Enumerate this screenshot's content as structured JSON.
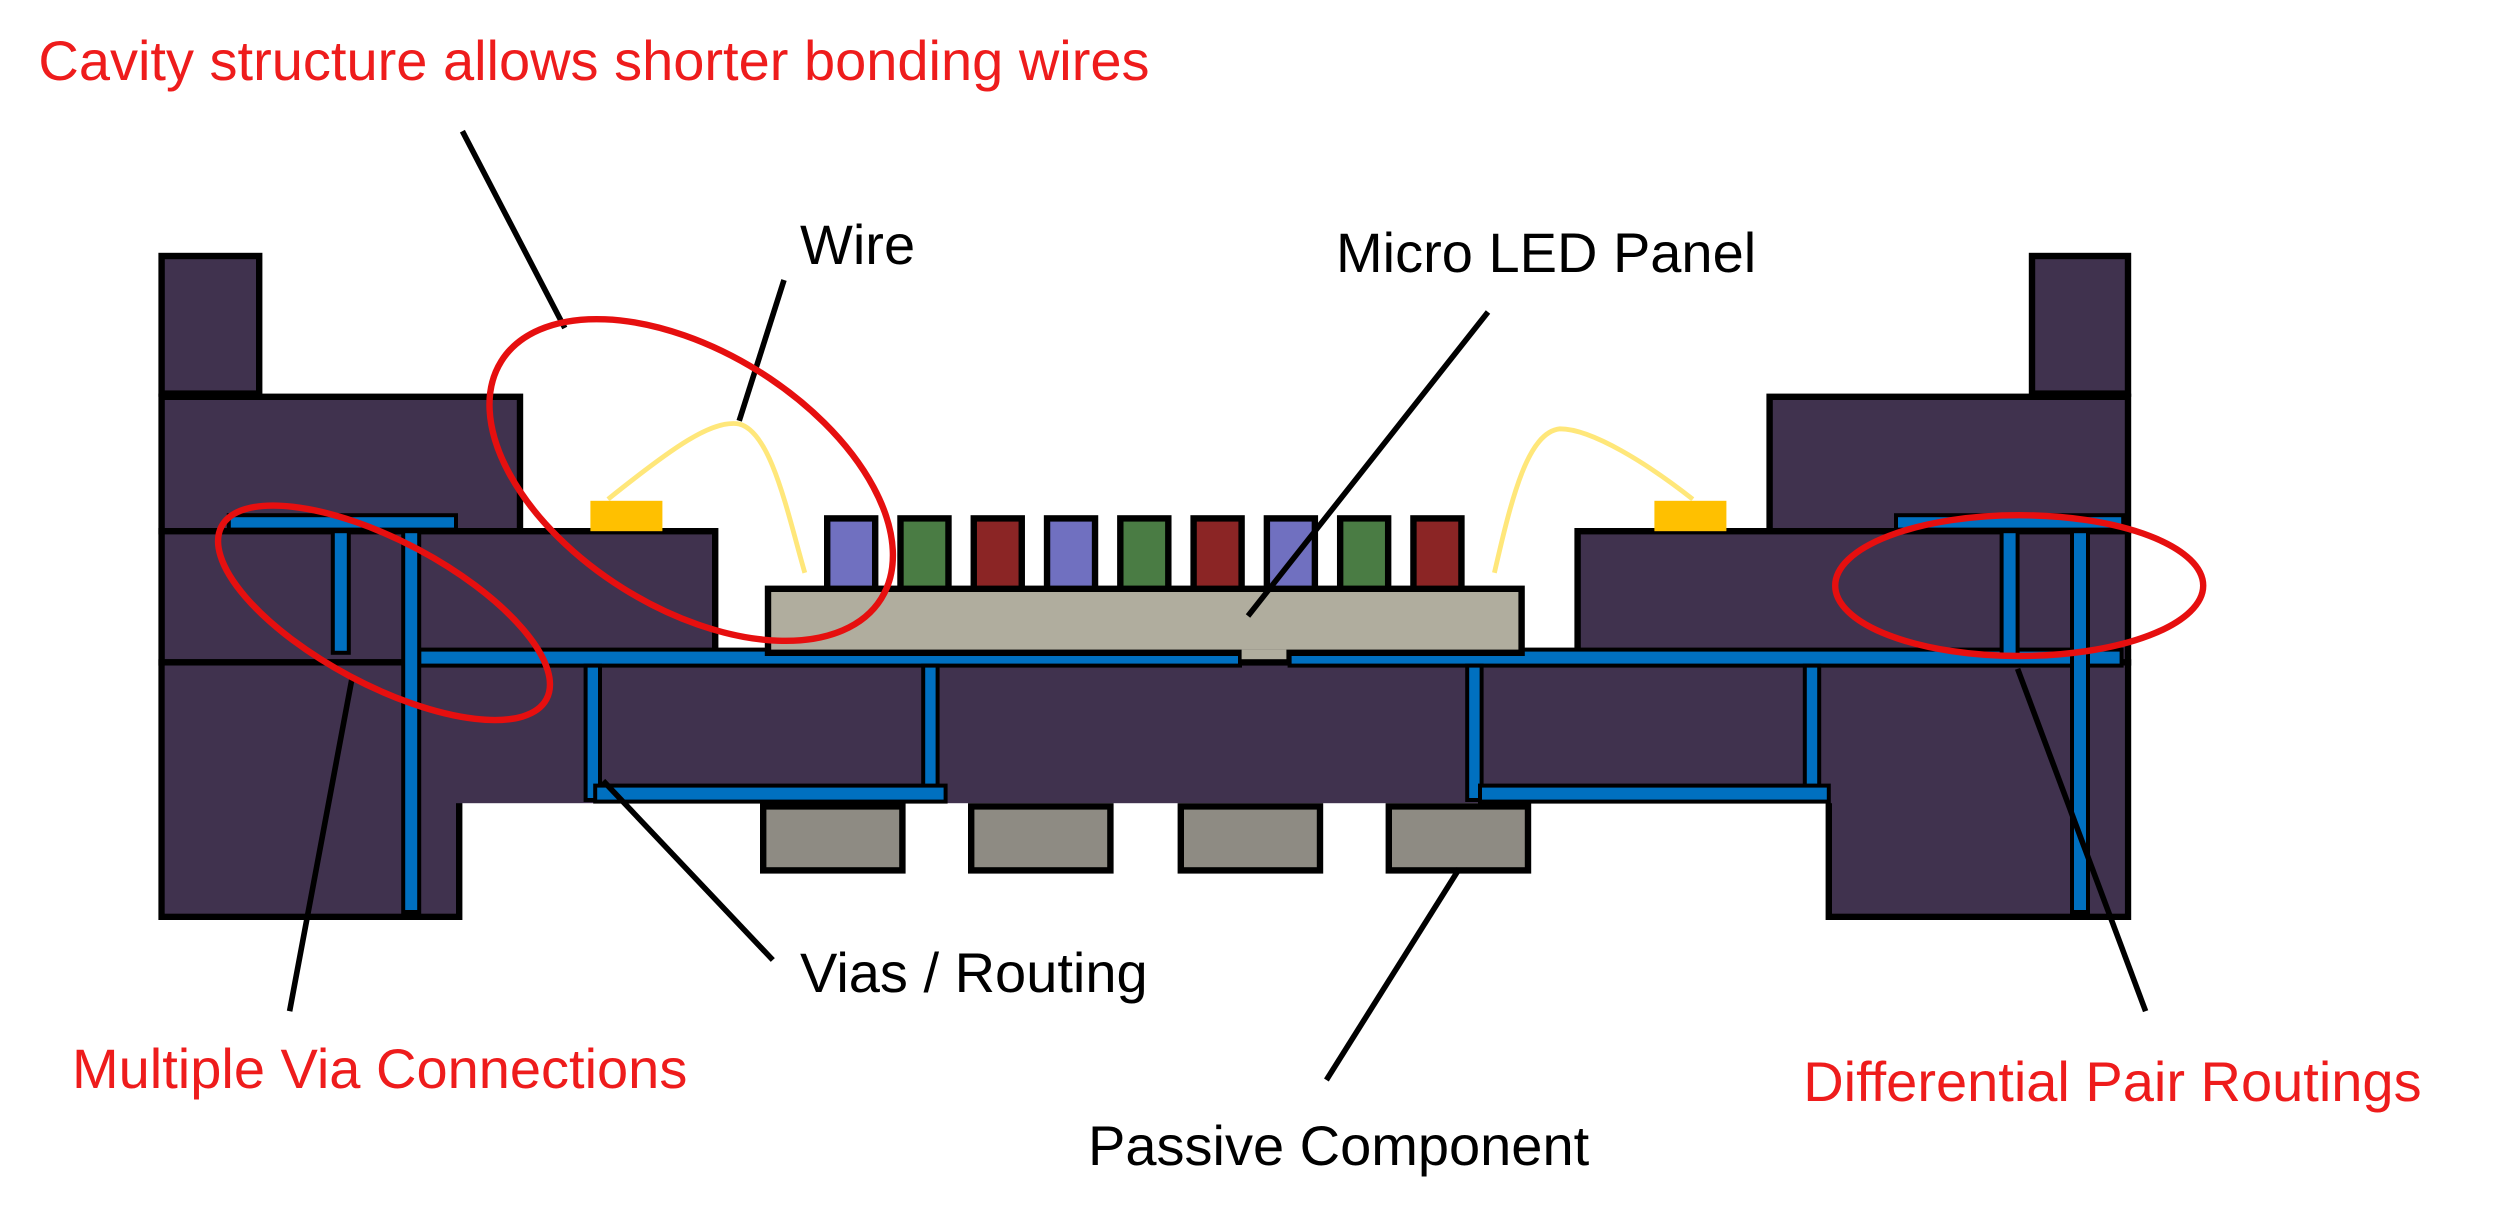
{
  "diagram": {
    "title": "Cavity structure allows shorter bonding wires",
    "labels": {
      "wire": "Wire",
      "micro_led_panel": "Micro LED Panel",
      "vias_routing": "Vias / Routing",
      "passive_component": "Passive Component",
      "multiple_via": "Multiple Via Connections",
      "differential_pair": "Differential Pair Routings"
    },
    "colors": {
      "substrate": "#40324e",
      "routing": "#0070c0",
      "bond_pad": "#ffc000",
      "wire": "#ffe77a",
      "panel": "#b0ad9e",
      "passive": "#8e8b83",
      "highlight": "#e60f0f",
      "led_blue": "#7070c0",
      "led_green": "#4a7c44",
      "led_red": "#8b2525"
    },
    "led_sequence": [
      "blue",
      "green",
      "red",
      "blue",
      "green",
      "red",
      "blue",
      "green",
      "red"
    ],
    "passive_count": 4
  }
}
